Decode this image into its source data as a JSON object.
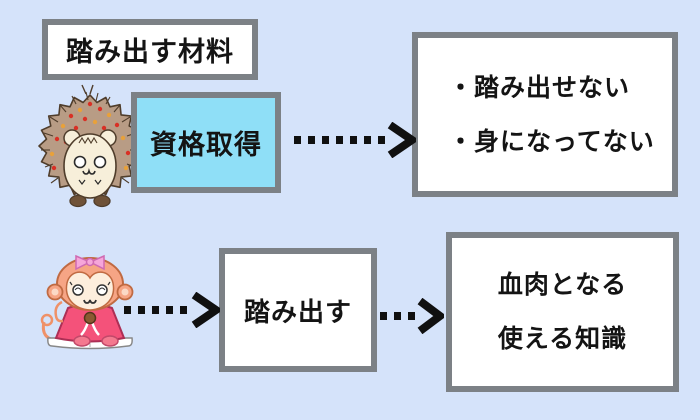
{
  "background_color": "#d5e3fa",
  "palette": {
    "box_border_gray": "#7c8186",
    "box_fill_white": "#ffffff",
    "highlight_box_blue": "#8fdff7",
    "text_black": "#141414",
    "arrow_black": "#101010"
  },
  "title_box": {
    "label": "踏み出す材料"
  },
  "top_flow": {
    "character": "hedgehog",
    "source_box": {
      "label": "資格取得"
    },
    "result_box": {
      "line1": "・踏み出せない",
      "line2": "・身になってない"
    }
  },
  "bottom_flow": {
    "character": "monkey",
    "action_box": {
      "label": "踏み出す"
    },
    "result_box": {
      "line1": "血肉となる",
      "line2": "使える知識"
    }
  }
}
